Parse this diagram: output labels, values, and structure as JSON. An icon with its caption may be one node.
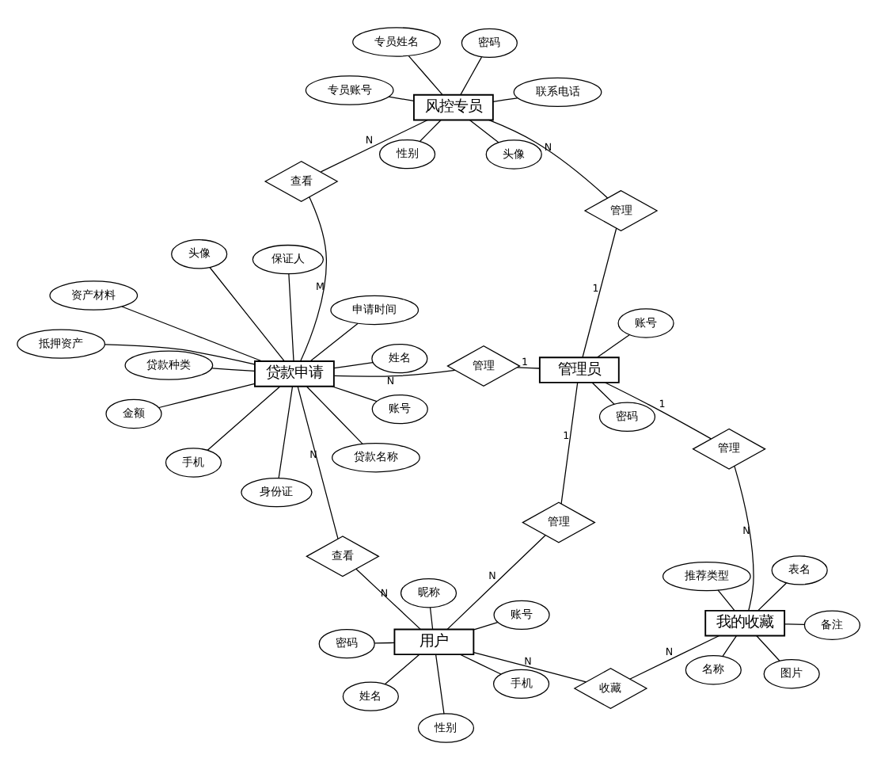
{
  "diagram": {
    "nodes": [
      {
        "text": [
          "风控专员"
        ]
      },
      {
        "text": [
          "贷款申请"
        ]
      },
      {
        "text": [
          "管理员"
        ]
      },
      {
        "text": [
          "用户"
        ]
      },
      {
        "text": [
          "我的收藏"
        ]
      },
      {
        "text": [
          "查看"
        ]
      },
      {
        "text": [
          "管理"
        ]
      },
      {
        "text": [
          "管理"
        ]
      },
      {
        "text": [
          "查看"
        ]
      },
      {
        "text": [
          "管理"
        ]
      },
      {
        "text": [
          "管理"
        ]
      },
      {
        "text": [
          "收藏"
        ]
      },
      {
        "text": [
          "头像"
        ]
      },
      {
        "text": [
          "联系电话"
        ]
      },
      {
        "text": [
          "性别"
        ]
      },
      {
        "text": [
          "专员姓名"
        ]
      },
      {
        "text": [
          "密码"
        ]
      },
      {
        "text": [
          "专员账号"
        ]
      },
      {
        "text": [
          "保证人"
        ]
      },
      {
        "text": [
          "金额"
        ]
      },
      {
        "text": [
          "头像"
        ]
      },
      {
        "text": [
          "抵押资产"
        ]
      },
      {
        "text": [
          "贷款种类"
        ]
      },
      {
        "text": [
          "资产材料"
        ]
      },
      {
        "text": [
          "贷款名称"
        ]
      },
      {
        "text": [
          "申请时间"
        ]
      },
      {
        "text": [
          "身份证"
        ]
      },
      {
        "text": [
          "手机"
        ]
      },
      {
        "text": [
          "姓名"
        ]
      },
      {
        "text": [
          "账号"
        ]
      },
      {
        "text": [
          "账号"
        ]
      },
      {
        "text": [
          "昵称"
        ]
      },
      {
        "text": [
          "密码"
        ]
      },
      {
        "text": [
          "姓名"
        ]
      },
      {
        "text": [
          "性别"
        ]
      },
      {
        "text": [
          "手机"
        ]
      },
      {
        "text": [
          "账号"
        ]
      },
      {
        "text": [
          "密码"
        ]
      },
      {
        "text": [
          "备注"
        ]
      },
      {
        "text": [
          "推荐类型"
        ]
      },
      {
        "text": [
          "图片"
        ]
      },
      {
        "text": [
          "名称"
        ]
      },
      {
        "text": [
          "表名"
        ]
      }
    ],
    "edges": [
      {
        "from": 0,
        "to": 5,
        "arrow": "none",
        "label": "N"
      },
      {
        "from": 5,
        "to": 1,
        "arrow": "none",
        "label": "M"
      },
      {
        "from": 0,
        "to": 6,
        "arrow": "none",
        "label": "N"
      },
      {
        "from": 6,
        "to": 2,
        "arrow": "none",
        "label": "1"
      },
      {
        "from": 2,
        "to": 7,
        "arrow": "none",
        "label": "1"
      },
      {
        "from": 7,
        "to": 1,
        "arrow": "none",
        "label": "N"
      },
      {
        "from": 1,
        "to": 8,
        "arrow": "none",
        "label": "N"
      },
      {
        "from": 8,
        "to": 3,
        "arrow": "none",
        "label": "N"
      },
      {
        "from": 2,
        "to": 9,
        "arrow": "none",
        "label": "1"
      },
      {
        "from": 9,
        "to": 3,
        "arrow": "none",
        "label": "N"
      },
      {
        "from": 2,
        "to": 10,
        "arrow": "none",
        "label": "1"
      },
      {
        "from": 10,
        "to": 4,
        "arrow": "none",
        "label": "N"
      },
      {
        "from": 3,
        "to": 11,
        "arrow": "none",
        "label": "N"
      },
      {
        "from": 11,
        "to": 4,
        "arrow": "none",
        "label": "N"
      },
      {
        "from": 0,
        "to": 12,
        "arrow": "none"
      },
      {
        "from": 0,
        "to": 13,
        "arrow": "none"
      },
      {
        "from": 0,
        "to": 14,
        "arrow": "none"
      },
      {
        "from": 0,
        "to": 15,
        "arrow": "none"
      },
      {
        "from": 0,
        "to": 16,
        "arrow": "none"
      },
      {
        "from": 0,
        "to": 17,
        "arrow": "none"
      },
      {
        "from": 1,
        "to": 18,
        "arrow": "none"
      },
      {
        "from": 1,
        "to": 19,
        "arrow": "none"
      },
      {
        "from": 1,
        "to": 20,
        "arrow": "none"
      },
      {
        "from": 1,
        "to": 21,
        "arrow": "none"
      },
      {
        "from": 1,
        "to": 22,
        "arrow": "none"
      },
      {
        "from": 1,
        "to": 23,
        "arrow": "none"
      },
      {
        "from": 1,
        "to": 24,
        "arrow": "none"
      },
      {
        "from": 1,
        "to": 25,
        "arrow": "none"
      },
      {
        "from": 1,
        "to": 26,
        "arrow": "none"
      },
      {
        "from": 1,
        "to": 27,
        "arrow": "none"
      },
      {
        "from": 1,
        "to": 28,
        "arrow": "none"
      },
      {
        "from": 1,
        "to": 29,
        "arrow": "none"
      },
      {
        "from": 3,
        "to": 30,
        "arrow": "none"
      },
      {
        "from": 3,
        "to": 31,
        "arrow": "none"
      },
      {
        "from": 3,
        "to": 32,
        "arrow": "none"
      },
      {
        "from": 3,
        "to": 33,
        "arrow": "none"
      },
      {
        "from": 3,
        "to": 34,
        "arrow": "none"
      },
      {
        "from": 3,
        "to": 35,
        "arrow": "none"
      },
      {
        "from": 2,
        "to": 36,
        "arrow": "none"
      },
      {
        "from": 2,
        "to": 37,
        "arrow": "none"
      },
      {
        "from": 4,
        "to": 38,
        "arrow": "none"
      },
      {
        "from": 4,
        "to": 39,
        "arrow": "none"
      },
      {
        "from": 4,
        "to": 40,
        "arrow": "none"
      },
      {
        "from": 4,
        "to": 41,
        "arrow": "none"
      },
      {
        "from": 4,
        "to": 42,
        "arrow": "none"
      }
    ]
  }
}
